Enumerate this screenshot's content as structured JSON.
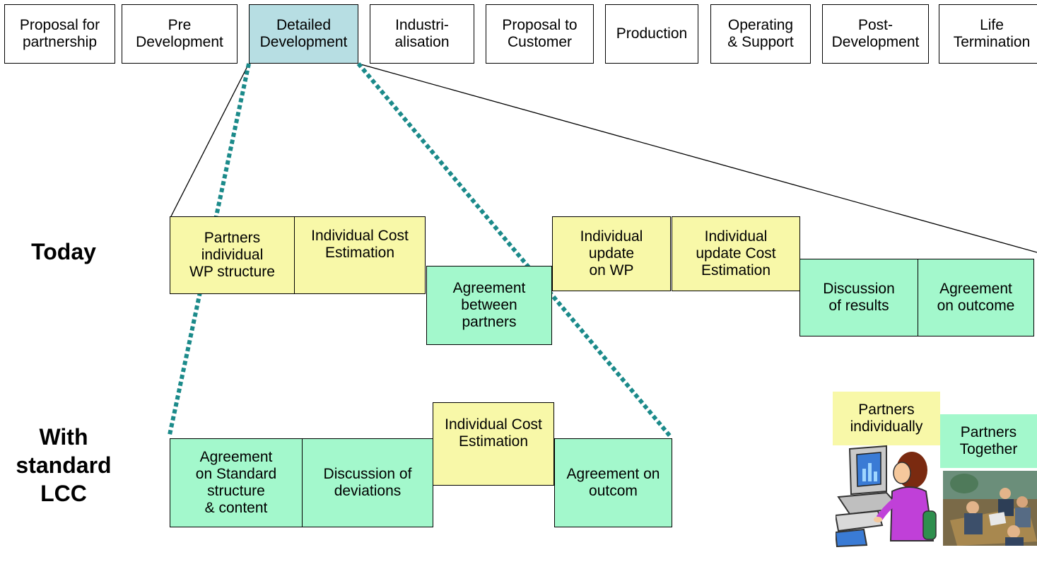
{
  "phases": [
    "Proposal for\npartnership",
    "Pre\nDevelopment",
    "Detailed\nDevelopment",
    "Industri-\nalisation",
    "Proposal to\nCustomer",
    "Production",
    "Operating\n& Support",
    "Post-\nDevelopment",
    "Life\nTermination"
  ],
  "rows": {
    "today": "Today",
    "standard": "With\nstandard\nLCC"
  },
  "today_steps": [
    "Partners\nindividual\nWP structure",
    "Individual Cost\nEstimation",
    "Agreement\nbetween\npartners",
    "Individual\nupdate\non WP",
    "Individual\nupdate Cost\nEstimation",
    "Discussion\nof results",
    "Agreement\non outcome"
  ],
  "standard_steps": [
    "Agreement\non Standard\nstructure\n& content",
    "Discussion of\ndeviations",
    "Individual Cost\nEstimation",
    "Agreement on\noutcom"
  ],
  "legend": {
    "individually": "Partners\nindividually",
    "together": "Partners\nTogether"
  },
  "colors": {
    "individual": "#f8f8a8",
    "together": "#a3f8cc",
    "active_phase": "#b7dee3",
    "dotted_line": "#1b8a8a"
  }
}
